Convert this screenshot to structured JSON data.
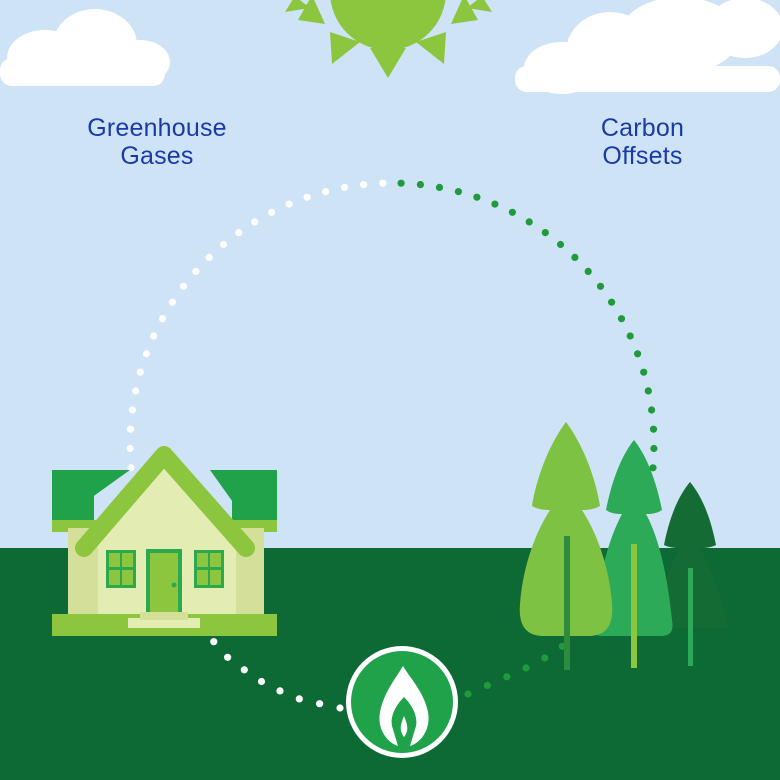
{
  "labels": {
    "greenhouse": [
      "Greenhouse",
      "Gases"
    ],
    "offsets": [
      "Carbon",
      "Offsets"
    ]
  },
  "colors": {
    "sky": "#cfe3f7",
    "ground": "#0e6a35",
    "label_text": "#1a3aa6",
    "sun": "#8cc63f",
    "dots_left": "#ffffff",
    "dots_right": "#1f9a3c",
    "tree_light": "#7dc242",
    "tree_mid": "#2daa57",
    "tree_dark": "#146b34",
    "house_roof": "#1fa24a",
    "house_wall": "#e3ecb2",
    "house_trim": "#8cc63f",
    "badge": "#1fa24a"
  },
  "icons": {
    "sun": "sun-icon",
    "cloud": "cloud-icon",
    "house": "house-icon",
    "trees": "pine-tree-icon",
    "badge": "flame-icon"
  }
}
